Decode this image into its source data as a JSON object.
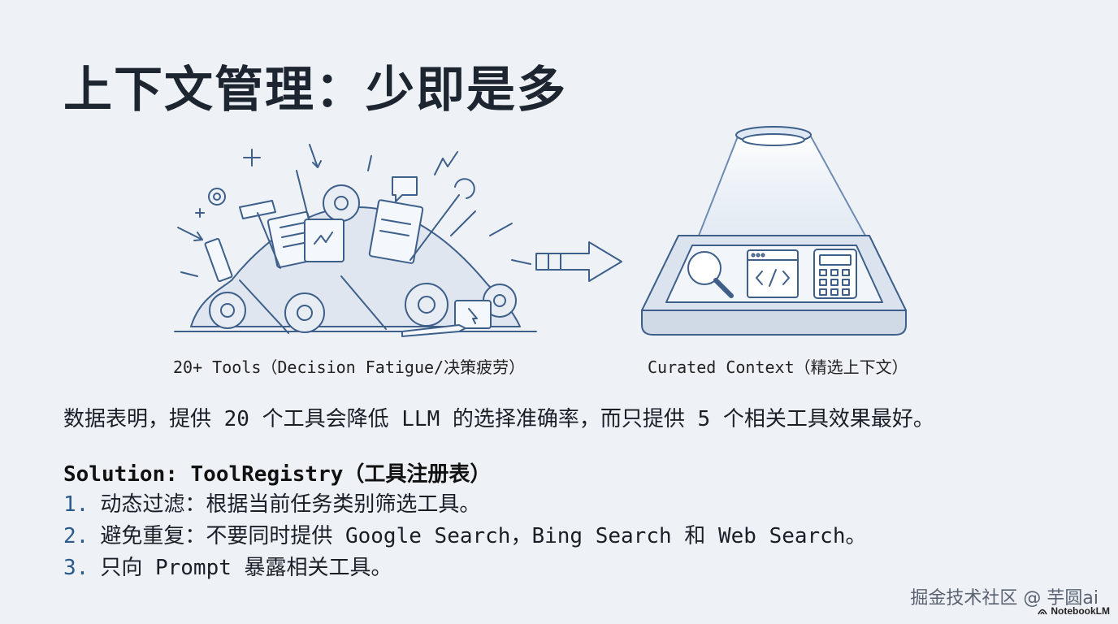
{
  "title": "上下文管理：少即是多",
  "left_caption": "20+ Tools（Decision Fatigue/决策疲劳）",
  "right_caption": "Curated Context（精选上下文）",
  "statement": "数据表明，提供 20 个工具会降低 LLM 的选择准确率，而只提供 5 个相关工具效果最好。",
  "solution": {
    "heading": "Solution: ToolRegistry（工具注册表）",
    "items": [
      {
        "num": "1.",
        "text": "动态过滤：根据当前任务类别筛选工具。"
      },
      {
        "num": "2.",
        "text": "避免重复：不要同时提供 Google Search，Bing Search 和 Web Search。"
      },
      {
        "num": "3.",
        "text": "只向 Prompt 暴露相关工具。"
      }
    ]
  },
  "watermark": "掘金技术社区 @ 芋圆ai",
  "badge": "NotebookLM",
  "icons": [
    "tool-pile-illustration",
    "right-arrow-icon",
    "spotlight-tray-illustration",
    "magnifier-icon",
    "code-window-icon",
    "calculator-icon"
  ],
  "colors": {
    "background": "#eef2f7",
    "line": "#3d5f8a",
    "accent": "#2a5a8c"
  }
}
